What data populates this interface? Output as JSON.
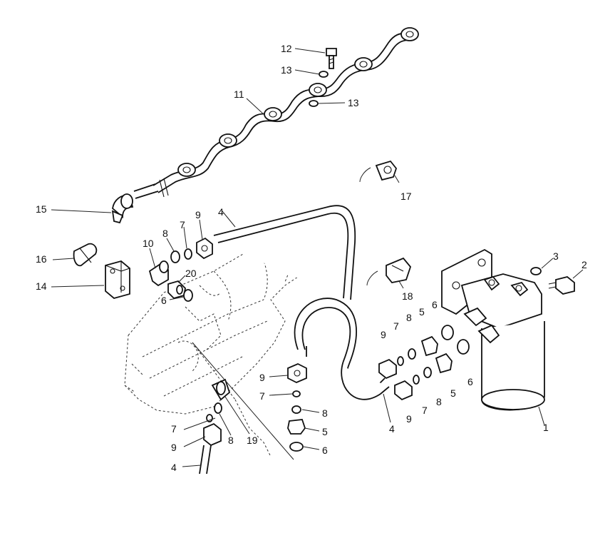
{
  "callouts": {
    "c1": "1",
    "c2": "2",
    "c3": "3",
    "c4a": "4",
    "c4b": "4",
    "c4c": "4",
    "c5a": "5",
    "c5b": "5",
    "c5c": "5",
    "c6a": "6",
    "c6b": "6",
    "c6c": "6",
    "c6d": "6",
    "c7a": "7",
    "c7b": "7",
    "c7c": "7",
    "c7d": "7",
    "c7e": "7",
    "c8a": "8",
    "c8b": "8",
    "c8c": "8",
    "c8d": "8",
    "c8e": "8",
    "c9a": "9",
    "c9b": "9",
    "c9c": "9",
    "c9d": "9",
    "c9e": "9",
    "c10": "10",
    "c11": "11",
    "c12": "12",
    "c13a": "13",
    "c13b": "13",
    "c14": "14",
    "c15": "15",
    "c16": "16",
    "c17": "17",
    "c18": "18",
    "c19": "19",
    "c20": "20"
  },
  "icons": {
    "filter": "fuel-filter-icon",
    "manifold": "fuel-rail-icon",
    "pump": "injection-pump-icon"
  }
}
